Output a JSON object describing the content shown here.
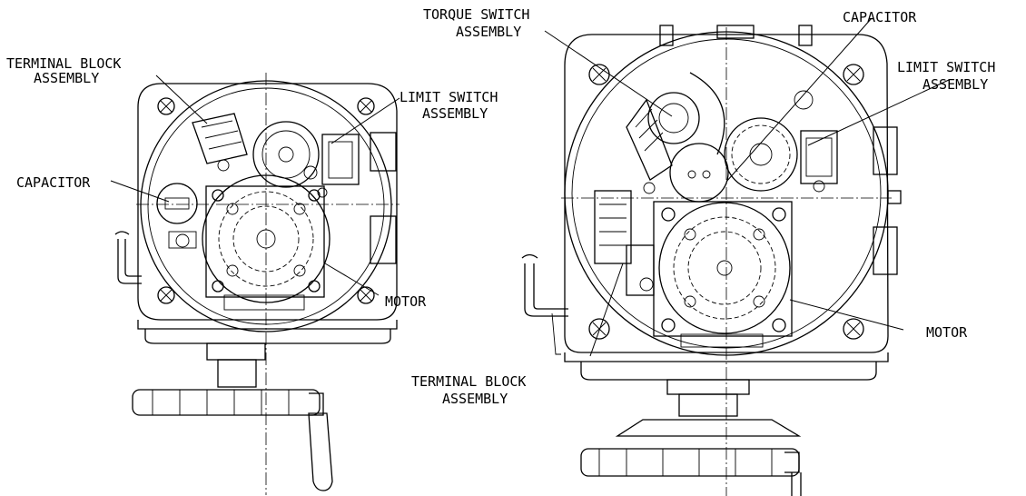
{
  "left_view": {
    "terminal_block": [
      "TERMINAL BLOCK",
      "ASSEMBLY"
    ],
    "limit_switch": [
      "LIMIT SWITCH",
      "ASSEMBLY"
    ],
    "capacitor": "CAPACITOR",
    "motor": "MOTOR"
  },
  "right_view": {
    "torque_switch": [
      "TORQUE SWITCH",
      "ASSEMBLY"
    ],
    "capacitor": "CAPACITOR",
    "limit_switch": [
      "LIMIT SWITCH",
      "ASSEMBLY"
    ],
    "motor": "MOTOR",
    "terminal_block": [
      "TERMINAL BLOCK",
      "ASSEMBLY"
    ]
  }
}
